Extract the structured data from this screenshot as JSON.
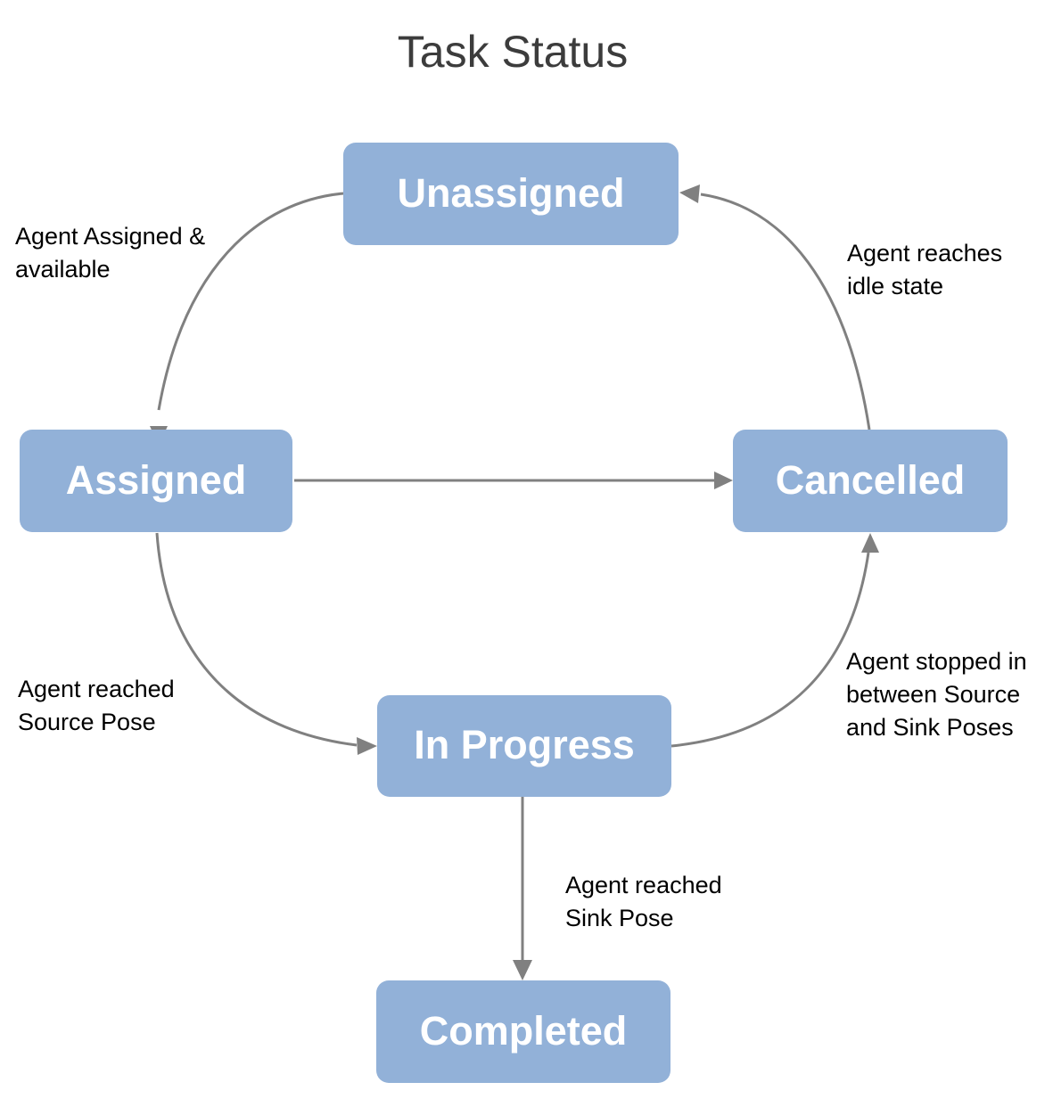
{
  "title": "Task Status",
  "colors": {
    "node_fill": "#92b1d8",
    "node_text": "#ffffff",
    "edge_stroke": "#808080",
    "label_text": "#000000",
    "title_text": "#3c3c3c",
    "background": "#ffffff"
  },
  "diagram": {
    "type": "state-diagram",
    "nodes": [
      {
        "id": "unassigned",
        "label": "Unassigned"
      },
      {
        "id": "assigned",
        "label": "Assigned"
      },
      {
        "id": "cancelled",
        "label": "Cancelled"
      },
      {
        "id": "in_progress",
        "label": "In Progress"
      },
      {
        "id": "completed",
        "label": "Completed"
      }
    ],
    "edges": [
      {
        "id": "unassigned-to-assigned",
        "from": "unassigned",
        "to": "assigned",
        "label_lines": [
          "Agent Assigned &",
          "available"
        ]
      },
      {
        "id": "cancelled-to-unassigned",
        "from": "cancelled",
        "to": "unassigned",
        "label_lines": [
          "Agent reaches",
          "idle state"
        ]
      },
      {
        "id": "assigned-to-cancelled",
        "from": "assigned",
        "to": "cancelled",
        "label_lines": []
      },
      {
        "id": "assigned-to-in-progress",
        "from": "assigned",
        "to": "in_progress",
        "label_lines": [
          "Agent reached",
          "Source Pose"
        ]
      },
      {
        "id": "in-progress-to-cancelled",
        "from": "in_progress",
        "to": "cancelled",
        "label_lines": [
          "Agent stopped in",
          "between Source",
          "and Sink Poses"
        ]
      },
      {
        "id": "in-progress-to-completed",
        "from": "in_progress",
        "to": "completed",
        "label_lines": [
          "Agent reached",
          "Sink Pose"
        ]
      }
    ]
  },
  "labels": {
    "agent_assigned_l1": "Agent Assigned &",
    "agent_assigned_l2": "available",
    "agent_idle_l1": "Agent reaches",
    "agent_idle_l2": "idle state",
    "source_pose_l1": "Agent reached",
    "source_pose_l2": "Source Pose",
    "stopped_l1": "Agent stopped in",
    "stopped_l2": "between Source",
    "stopped_l3": "and Sink Poses",
    "sink_pose_l1": "Agent reached",
    "sink_pose_l2": "Sink Pose"
  },
  "nodes": {
    "unassigned": "Unassigned",
    "assigned": "Assigned",
    "cancelled": "Cancelled",
    "in_progress": "In Progress",
    "completed": "Completed"
  }
}
